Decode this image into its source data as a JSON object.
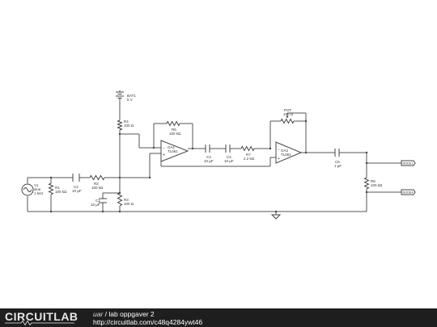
{
  "footer": {
    "logo_text": "CIRCUITLAB",
    "user": "uar",
    "separator": " / ",
    "title": "lab oppgaver 2",
    "url": "http://circuitlab.com/c48q4284ywt46"
  },
  "labels": {
    "bat1_name": "BAT1",
    "bat1_value": "5 V",
    "r4_name": "R4",
    "r4_value": "100 Ω",
    "r6_name": "R6",
    "r6_value": "100 kΩ",
    "oa1_name": "OA1",
    "oa1_model": "TL061",
    "v1_name": "V1",
    "v1_type": "sine",
    "v1_freq": "1 kHz",
    "r1_name": "R1",
    "r1_value": "100 kΩ",
    "c2_name": "C2",
    "c2_value": "10 µF",
    "r2_name": "R2",
    "r2_value": "100 kΩ",
    "c1_name": "C1",
    "c1_value": "10 µF",
    "r3_name": "R3",
    "r3_value": "100 Ω",
    "c3_name": "C3",
    "c3_value": "10 µF",
    "c4_name": "C4",
    "c4_value": "10 µF",
    "r7_name": "R7",
    "r7_value": "2.2 kΩ",
    "pot_name": "POT",
    "pot_value": "100 Ω",
    "oa2_name": "OA2",
    "oa2_model": "TL061",
    "c5_name": "C5",
    "c5_value": "1 µF",
    "r8_name": "R8",
    "r8_value": "100 kΩ",
    "node1": "NODE1",
    "node4": "NODE4"
  }
}
